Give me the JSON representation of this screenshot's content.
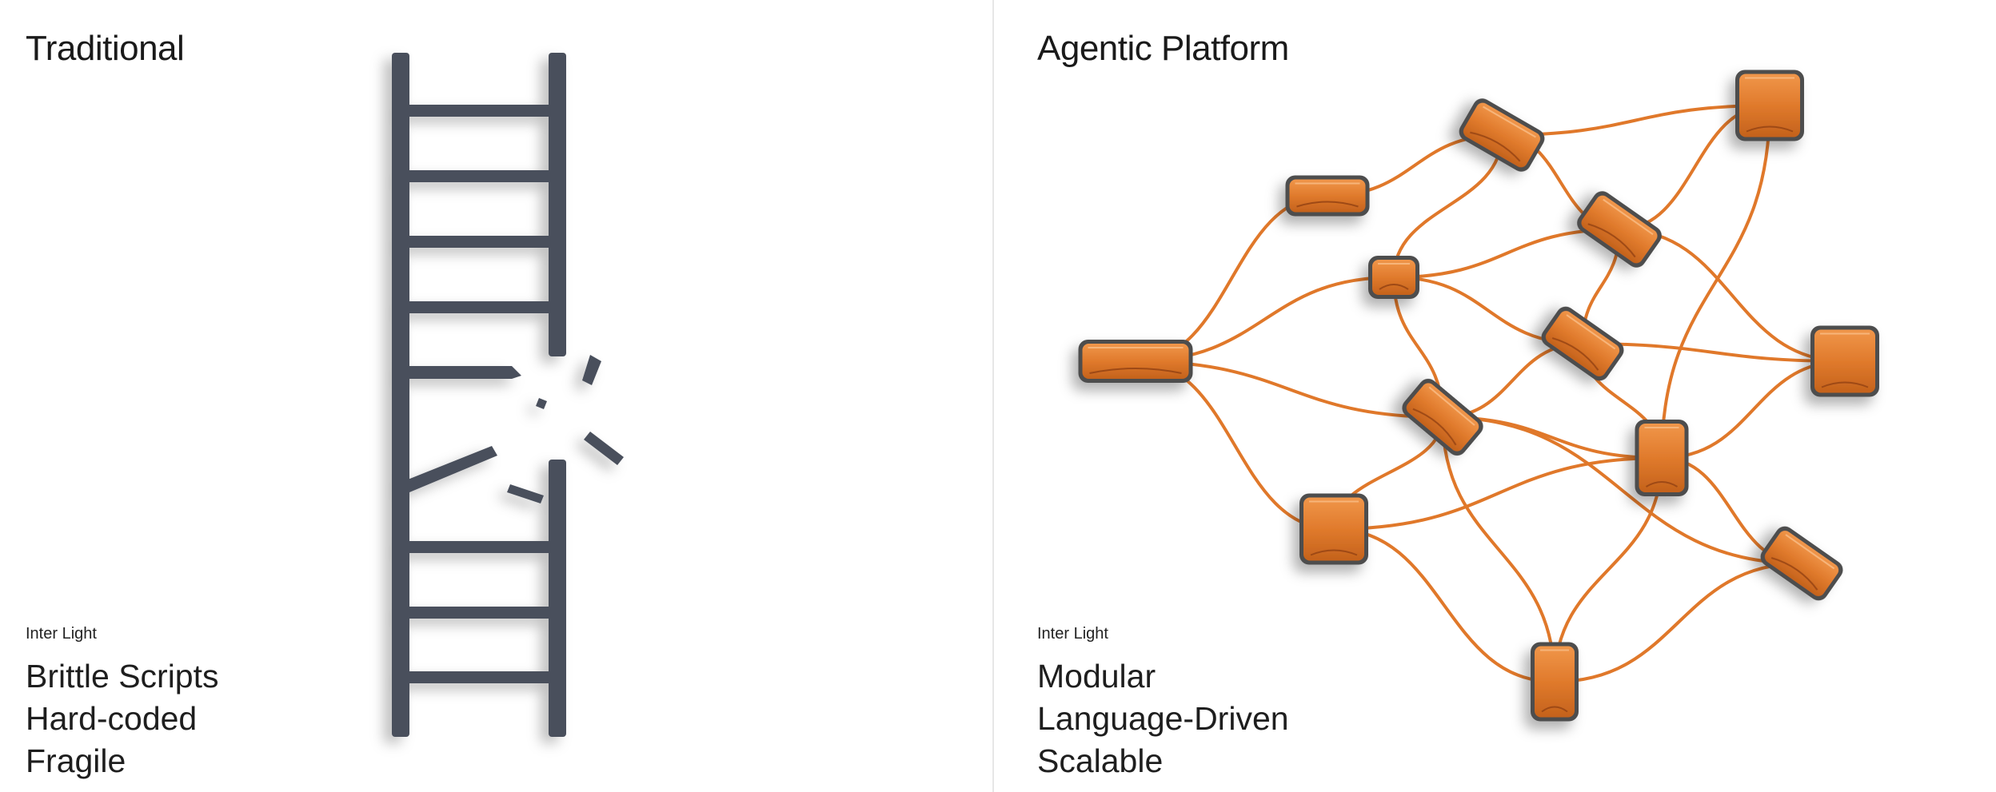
{
  "left": {
    "title": "Traditional",
    "font_label": "Inter Light",
    "lines": [
      "Brittle Scripts",
      "Hard-coded",
      "Fragile"
    ],
    "illustration": "broken-ladder"
  },
  "right": {
    "title": "Agentic Platform",
    "font_label": "Inter Light",
    "lines": [
      "Modular",
      "Language-Driven",
      "Scalable"
    ],
    "illustration": "connected-module-network"
  },
  "colors": {
    "ladder": "#4a505c",
    "node_fill": "#e07a2c",
    "node_border": "#4d4d4d",
    "edge": "#e0782a",
    "text": "#1a1a1a"
  }
}
